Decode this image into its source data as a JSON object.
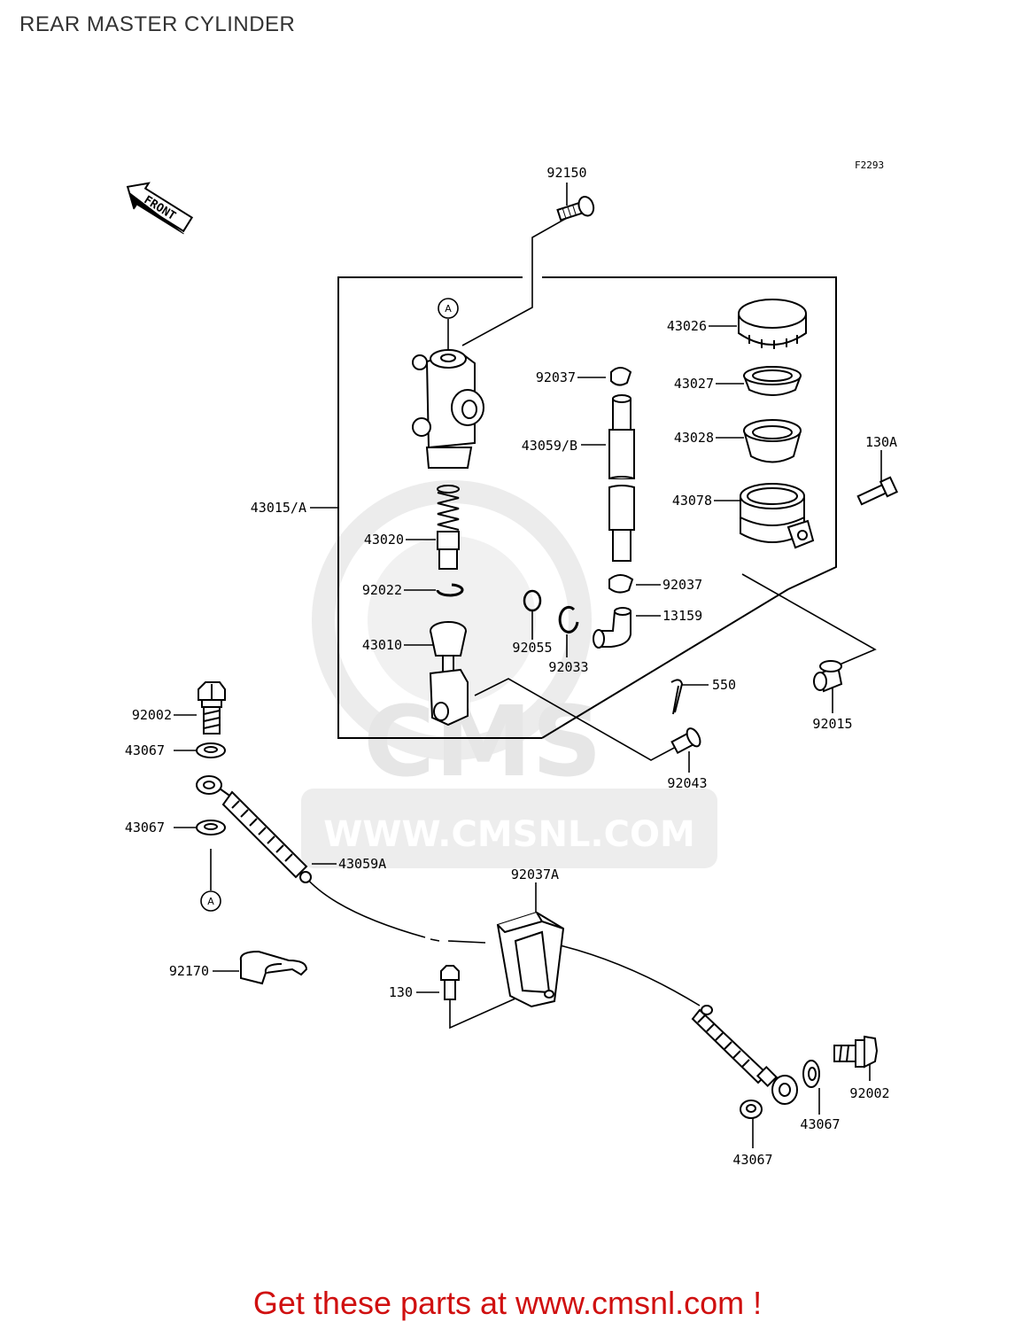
{
  "title": "REAR MASTER CYLINDER",
  "figure_code": "F2293",
  "front_label": "FRONT",
  "ref_a": "A",
  "watermark": {
    "brand": "CMS",
    "url": "WWW.CMSNL.COM"
  },
  "parts": {
    "p92150": "92150",
    "p43026": "43026",
    "p92037_top": "92037",
    "p43027": "43027",
    "p43059b": "43059/B",
    "p43028": "43028",
    "p130a": "130A",
    "p43015a": "43015/A",
    "p43078": "43078",
    "p43020": "43020",
    "p92037_mid": "92037",
    "p92022": "92022",
    "p13159": "13159",
    "p43010": "43010",
    "p92055": "92055",
    "p92033": "92033",
    "p550": "550",
    "p92015": "92015",
    "p92002_left": "92002",
    "p43067_1": "43067",
    "p92043": "92043",
    "p43067_2": "43067",
    "p43059a": "43059A",
    "p92037a": "92037A",
    "p92170": "92170",
    "p130": "130",
    "p92002_right": "92002",
    "p43067_3": "43067",
    "p43067_4": "43067"
  },
  "footer": "Get these parts at www.cmsnl.com !"
}
